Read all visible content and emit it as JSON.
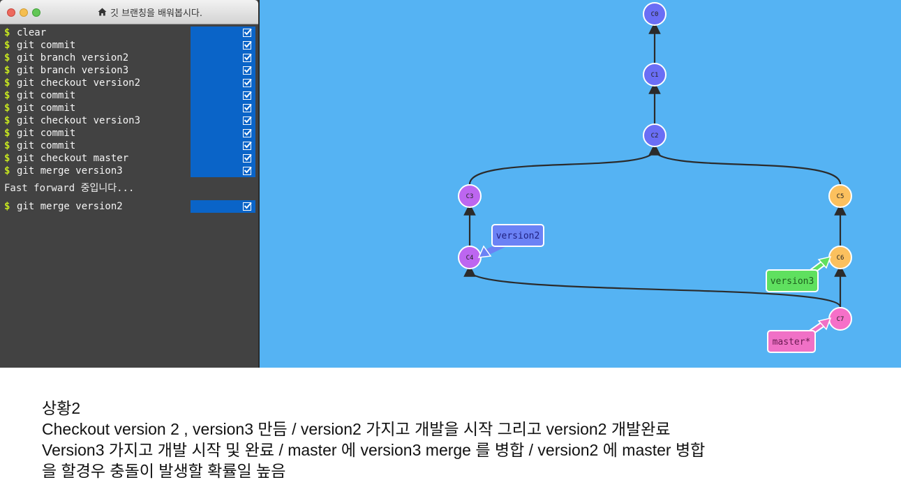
{
  "window": {
    "title": "깃 브랜칭을 배워봅시다.",
    "home_icon": "home-icon"
  },
  "terminal": {
    "prompt": "$",
    "commands": [
      {
        "text": "clear",
        "done": true
      },
      {
        "text": "git commit",
        "done": true
      },
      {
        "text": "git branch version2",
        "done": true
      },
      {
        "text": "git branch version3",
        "done": true
      },
      {
        "text": "git checkout version2",
        "done": true
      },
      {
        "text": "git commit",
        "done": true
      },
      {
        "text": "git commit",
        "done": true
      },
      {
        "text": "git checkout version3",
        "done": true
      },
      {
        "text": "git commit",
        "done": true
      },
      {
        "text": "git commit",
        "done": true
      },
      {
        "text": "git checkout master",
        "done": true
      },
      {
        "text": "git merge version3",
        "done": true
      }
    ],
    "status": "Fast forward 중입니다...",
    "last_command": {
      "text": "git merge version2",
      "done": true
    }
  },
  "graph": {
    "nodes": [
      {
        "id": "C0",
        "color": "#6a6ef5"
      },
      {
        "id": "C1",
        "color": "#6a6ef5"
      },
      {
        "id": "C2",
        "color": "#6a6ef5"
      },
      {
        "id": "C3",
        "color": "#bd66f0"
      },
      {
        "id": "C4",
        "color": "#bd66f0"
      },
      {
        "id": "C5",
        "color": "#fbc05e"
      },
      {
        "id": "C6",
        "color": "#fbc05e"
      },
      {
        "id": "C7",
        "color": "#f670c8"
      }
    ],
    "branches": [
      {
        "name": "version2",
        "color": "#6b82f5",
        "target": "C4"
      },
      {
        "name": "version3",
        "color": "#5fe05f",
        "target": "C6"
      },
      {
        "name": "master*",
        "color": "#f071c6",
        "target": "C7"
      }
    ]
  },
  "notes": {
    "lines": [
      "상황2",
      "Checkout version 2 , version3 만듬 / version2 가지고 개발을 시작   그리고 version2 개발완료",
      "Version3 가지고 개발 시작 및 완료 / master 에 version3 merge 를 병합 / version2 에 master 병합",
      "을 할경우 충돌이 발생할 확률일 높음"
    ]
  }
}
